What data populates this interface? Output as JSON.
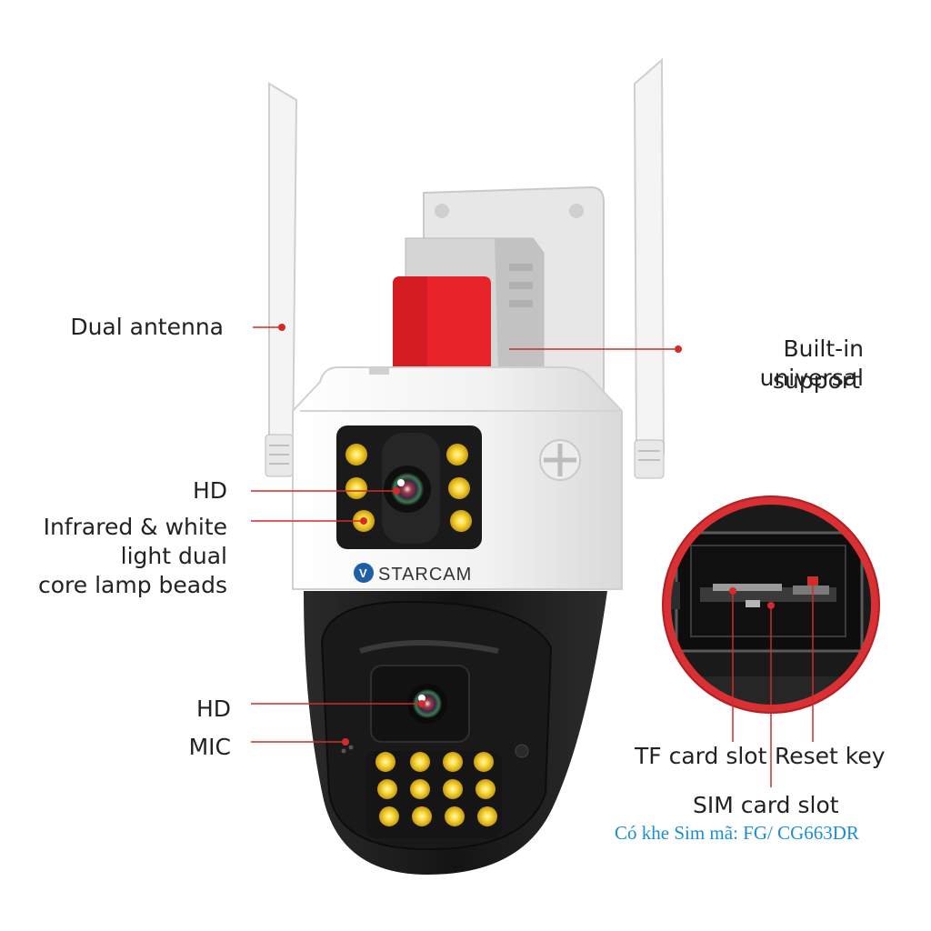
{
  "brand": {
    "logo_text": "STARCAM",
    "logo_mark": "V"
  },
  "callouts": {
    "dual_antenna": "Dual antenna",
    "builtin_support_line1": "Built-in universal",
    "builtin_support_line2": "support",
    "hd_top": "HD",
    "infrared_line1": "Infrared & white",
    "infrared_line2": "light dual",
    "infrared_line3": "core lamp beads",
    "hd_bottom": "HD",
    "mic": "MIC",
    "tf_card_slot": "TF card slot",
    "reset_key": "Reset key",
    "sim_card_slot": "SIM card slot"
  },
  "note": "Có khe Sim mã: FG/ CG663DR",
  "colors": {
    "callout_red": "#d42a2a",
    "camera_white": "#f2f2f2",
    "camera_black": "#1b1b1b",
    "bracket_red": "#e8242a",
    "lamp_yellow": "#f4cf2a",
    "note_blue": "#1a8fd6"
  }
}
